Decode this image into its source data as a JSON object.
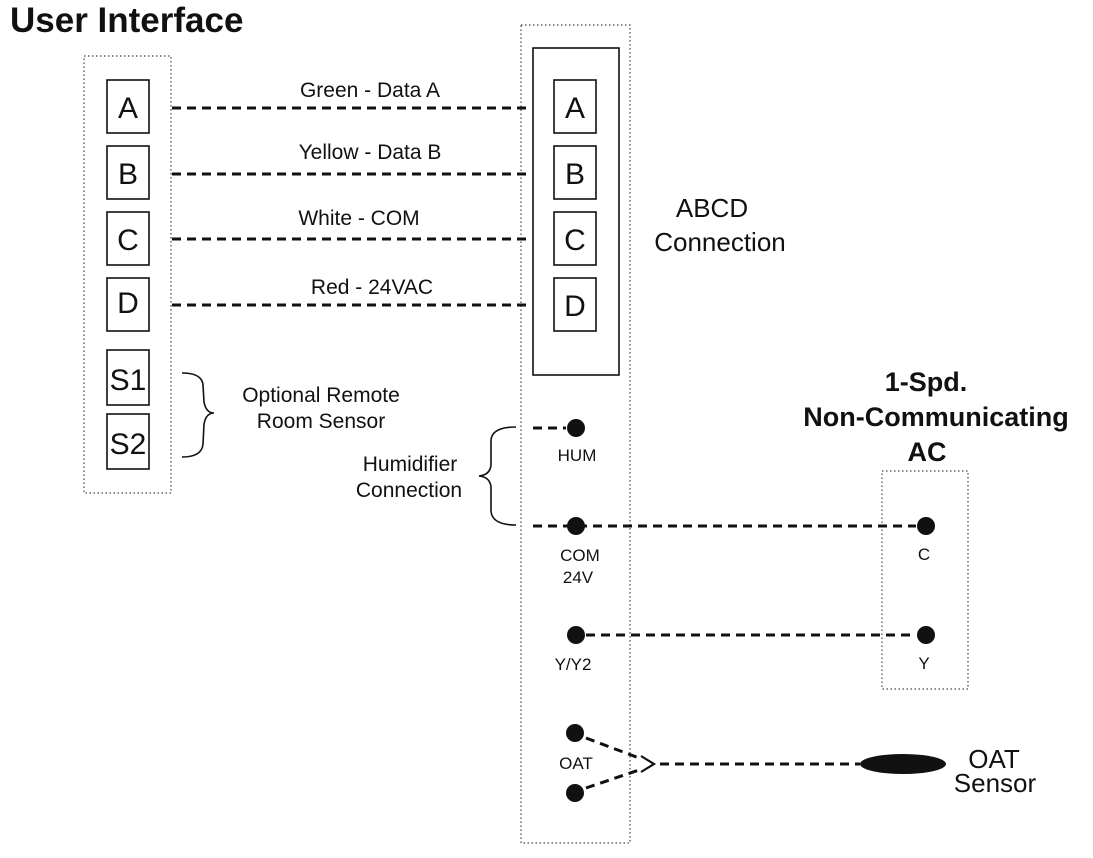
{
  "title": "User Interface",
  "ui_terminals": [
    "A",
    "B",
    "C",
    "D",
    "S1",
    "S2"
  ],
  "controller_terminals": [
    "A",
    "B",
    "C",
    "D"
  ],
  "wires": [
    {
      "label": "Green - Data A"
    },
    {
      "label": "Yellow - Data B"
    },
    {
      "label": "White - COM"
    },
    {
      "label": "Red - 24VAC"
    }
  ],
  "abcd_label": {
    "line1": "ABCD",
    "line2": "Connection"
  },
  "sensor_label": {
    "line1": "Optional Remote",
    "line2": "Room Sensor"
  },
  "humidifier_label": {
    "line1": "Humidifier",
    "line2": "Connection"
  },
  "controller_pins": {
    "hum": "HUM",
    "com_line1": "COM",
    "com_line2": "24V",
    "y": "Y/Y2",
    "oat": "OAT"
  },
  "ac_unit": {
    "line1": "1-Spd.",
    "line2": "Non-Communicating",
    "line3": "AC",
    "pin_c": "C",
    "pin_y": "Y"
  },
  "oat_sensor": {
    "line1": "OAT",
    "line2": "Sensor"
  }
}
